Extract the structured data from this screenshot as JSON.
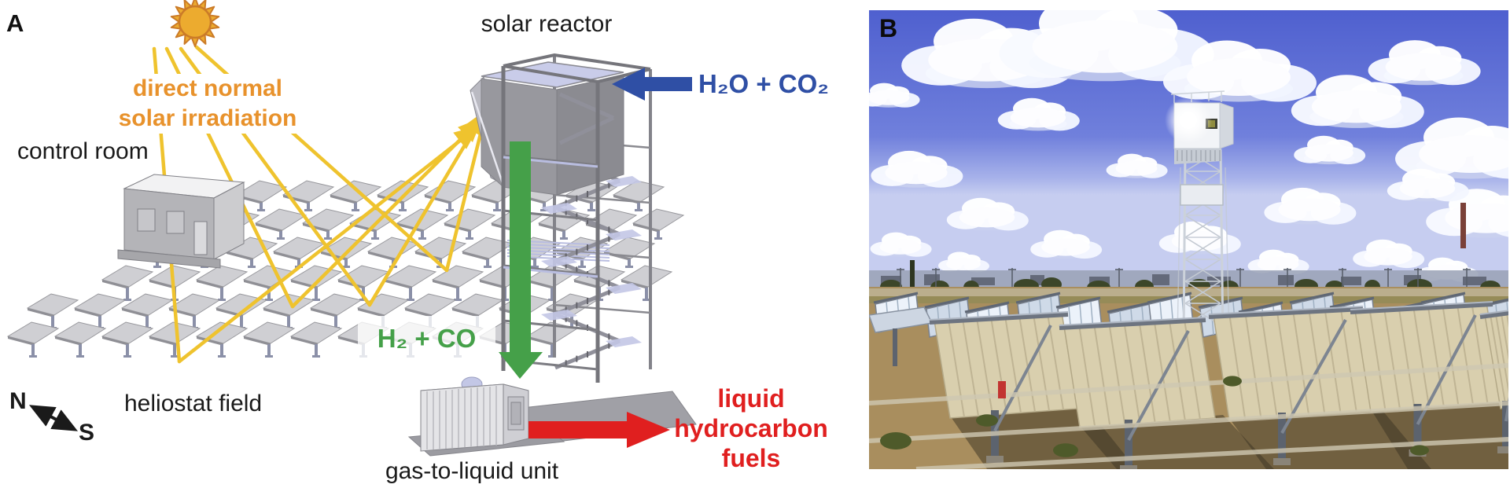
{
  "figure": {
    "panel_a": {
      "panel_label": "A",
      "labels": {
        "irradiation": "direct normal\nsolar irradiation",
        "control_room": "control room",
        "solar_reactor": "solar reactor",
        "reactor_input": "H₂O + CO₂",
        "syngas": "H₂ + CO",
        "heliostat_field": "heliostat field",
        "gas_to_liquid": "gas-to-liquid unit",
        "product": "liquid\nhydrocarbon\nfuels",
        "compass_north": "N",
        "compass_south": "S"
      },
      "icons": [
        "sun-icon",
        "north-south-compass",
        "water-co2-arrow",
        "syngas-arrow",
        "fuel-arrow",
        "solar-beam-arrows"
      ],
      "colors": {
        "irradiation_orange": "#e8922c",
        "beam_yellow": "#efc32e",
        "input_blue": "#2f4fa5",
        "syngas_green": "#45a049",
        "fuel_red": "#e01f1f",
        "structure_gray": "#9a9aa0"
      }
    },
    "panel_b": {
      "panel_label": "B",
      "scene": "photograph of solar tower with reactor atop and heliostat field under blue cloudy sky"
    }
  }
}
